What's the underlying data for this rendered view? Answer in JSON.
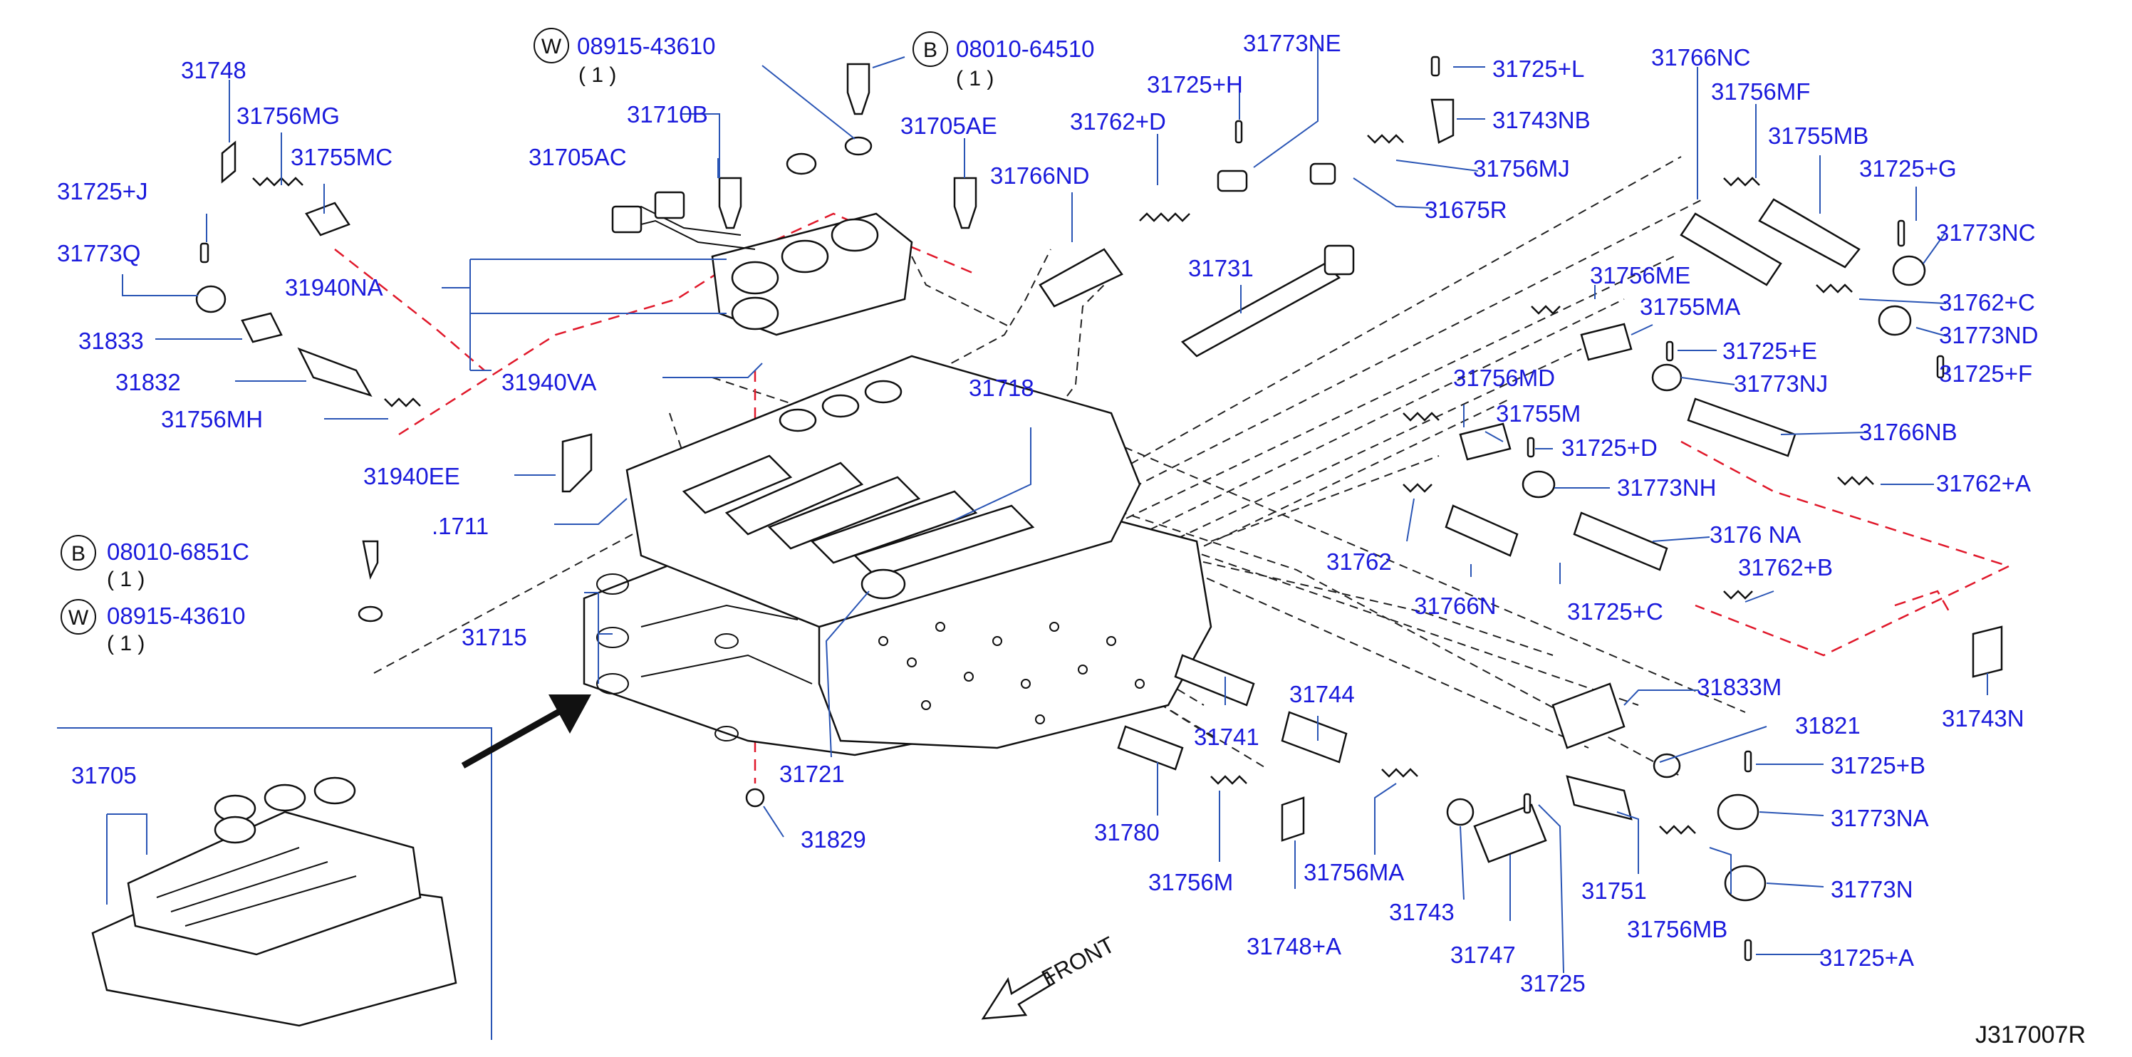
{
  "labels": {
    "l31748": "31748",
    "l31756MG": "31756MG",
    "l31755MC": "31755MC",
    "l31725J": "31725+J",
    "l31773Q": "31773Q",
    "l31940NA": "31940NA",
    "l31833": "31833",
    "l31832": "31832",
    "l31940VA": "31940VA",
    "l31756MH": "31756MH",
    "l31940EE": "31940EE",
    "l31711": ".1711",
    "l31715": "31715",
    "l31705": "31705",
    "l31710B": "31710B",
    "l31705AC": "31705AC",
    "l08915a": "08915-43610",
    "l08010": "08010-64510",
    "l31705AE": "31705AE",
    "l31762D": "31762+D",
    "l31725H": "31725+H",
    "l31773NE": "31773NE",
    "l31766ND": "31766ND",
    "l31725L": "31725+L",
    "l31743NB": "31743NB",
    "l31756MJ": "31756MJ",
    "l31675R": "31675R",
    "l31731": "31731",
    "l31718": "31718",
    "l31766NC": "31766NC",
    "l31756MF": "31756MF",
    "l31755MB": "31755MB",
    "l31725G": "31725+G",
    "l31773NC": "31773NC",
    "l31762C": "31762+C",
    "l31773ND": "31773ND",
    "l31725F": "31725+F",
    "l31756ME": "31756ME",
    "l31755MA": "31755MA",
    "l31725E": "31725+E",
    "l31773NJ": "31773NJ",
    "l31766NB": "31766NB",
    "l31756MD": "31756MD",
    "l31755M": "31755M",
    "l31725D": "31725+D",
    "l31773NH": "31773NH",
    "l31762A": "31762+A",
    "l31762": "31762",
    "l31766N": "31766N",
    "l31725C": "31725+C",
    "l3176NA": "3176 NA",
    "l31762B": "31762+B",
    "l31833M": "31833M",
    "l31821": "31821",
    "l31725B": "31725+B",
    "l31773NA": "31773NA",
    "l31743N": "31743N",
    "l31721": "31721",
    "l31829": "31829",
    "l31741": "31741",
    "l31744": "31744",
    "l31780": "31780",
    "l31756M": "31756M",
    "l31756MA": "31756MA",
    "l31748A": "31748+A",
    "l31743": "31743",
    "l31747": "31747",
    "l31725": "31725",
    "l31751": "31751",
    "l31756MB": "31756MB",
    "l31773N": "31773N",
    "l31725A": "31725+A",
    "l08010b": "08010-6851C",
    "l08915b": "08915-43610"
  },
  "qty": {
    "q1": "( 1 )",
    "q2": "( 1 )",
    "q3": "( 1 )",
    "q4": "( 1 )"
  },
  "circles": {
    "w_top": "W",
    "b_top": "B",
    "b_left": "B",
    "w_left": "W"
  },
  "front_label": "FRONT",
  "diagram_ref": "J317007R",
  "colors": {
    "label": "#1a1adc",
    "leader": "#2a55b5",
    "red_dash": "#e0182a"
  }
}
